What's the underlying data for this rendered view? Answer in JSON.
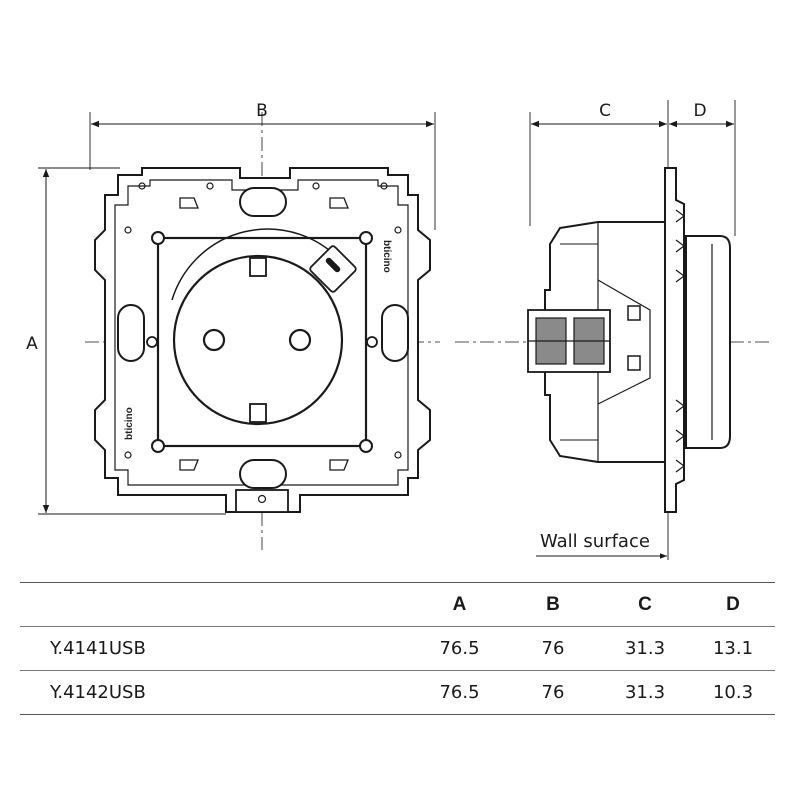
{
  "dimensions": {
    "label_a": "A",
    "label_b": "B",
    "label_c": "C",
    "label_d": "D"
  },
  "front_view": {
    "brand_text": "bticino"
  },
  "side_view": {
    "wall_surface_label": "Wall surface"
  },
  "table": {
    "headers": [
      "",
      "A",
      "B",
      "C",
      "D"
    ],
    "rows": [
      {
        "model": "Y.4141USB",
        "a": "76.5",
        "b": "76",
        "c": "31.3",
        "d": "13.1"
      },
      {
        "model": "Y.4142USB",
        "a": "76.5",
        "b": "76",
        "c": "31.3",
        "d": "10.3"
      }
    ]
  },
  "colors": {
    "line": "#1a1a1a",
    "fill_light": "#ffffff",
    "fill_grey": "#8a8a8a"
  }
}
